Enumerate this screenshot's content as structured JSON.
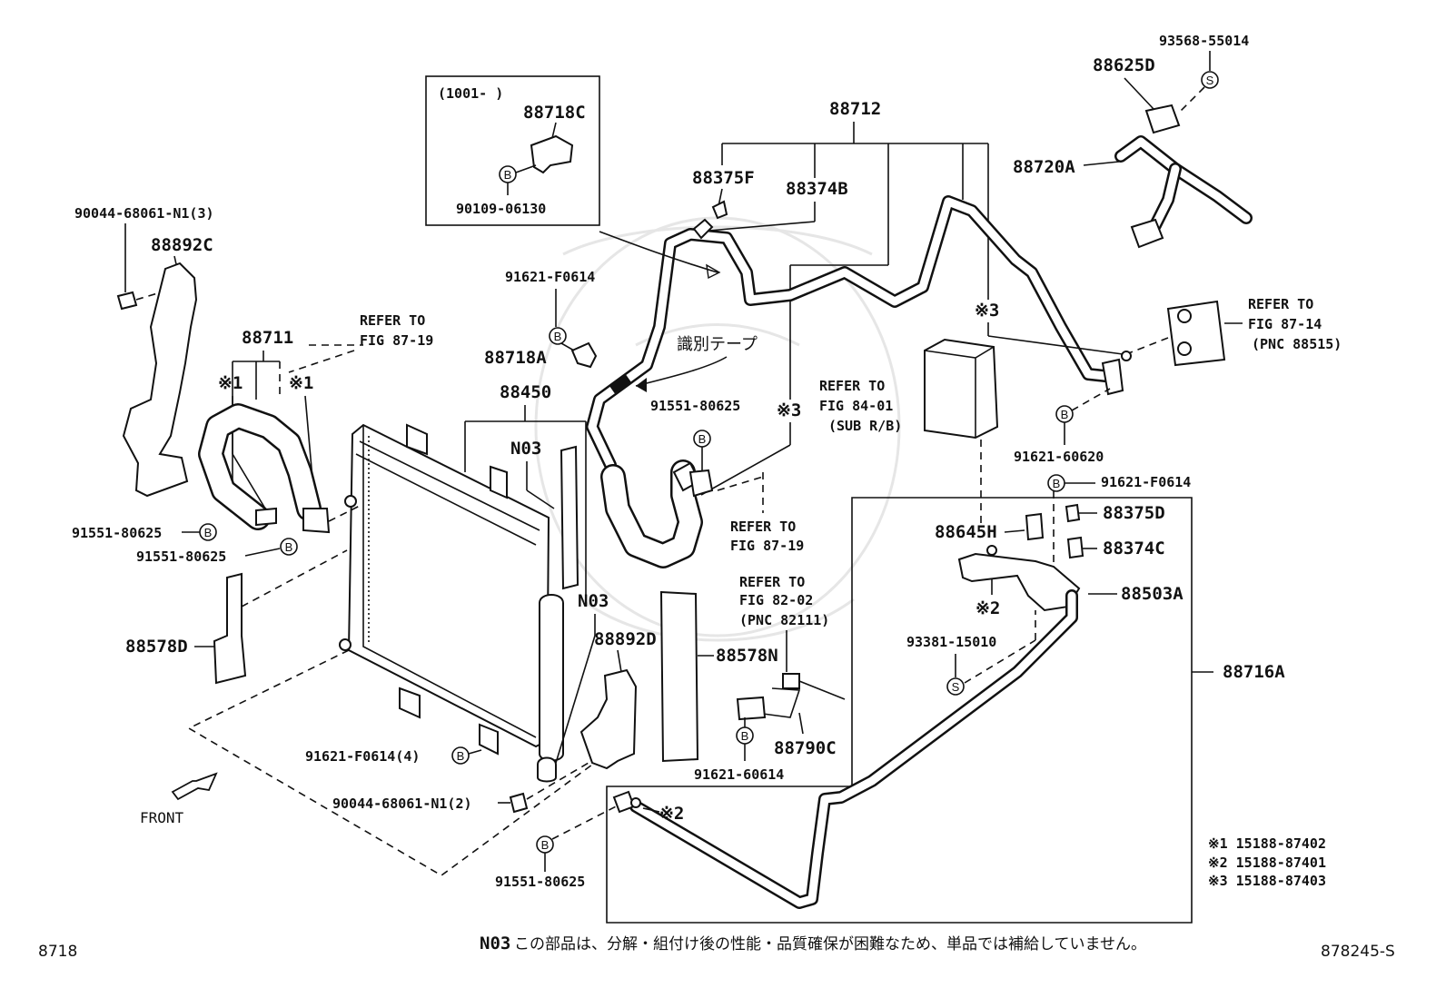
{
  "labels": {
    "p93568": "93568-55014",
    "p88625D": "88625D",
    "p88720A": "88720A",
    "p88712": "88712",
    "p88375F": "88375F",
    "p88374B": "88374B",
    "inset_range": "(1001-    )",
    "p88718C": "88718C",
    "p90109": "90109-06130",
    "p90044_3": "90044-68061-N1(3)",
    "p88892C": "88892C",
    "p88711": "88711",
    "ref_8719a_1": "REFER TO",
    "ref_8719a_2": "FIG 87-19",
    "p91621F_a": "91621-F0614",
    "p88718A": "88718A",
    "tape_label": "識別テープ",
    "p88450": "88450",
    "n03_a": "N03",
    "p91551_a": "91551-80625",
    "kome3_a": "※3",
    "kome3_b": "※3",
    "kome1_a": "※1",
    "kome1_b": "※1",
    "ref_8401_1": "REFER TO",
    "ref_8401_2": "FIG 84-01",
    "ref_8401_3": "(SUB R/B)",
    "ref_8714_1": "REFER TO",
    "ref_8714_2": "FIG 87-14",
    "ref_8714_3": "(PNC 88515)",
    "p91621_60620": "91621-60620",
    "p91621F_b": "91621-F0614",
    "p88375D": "88375D",
    "p88374C": "88374C",
    "p88645H": "88645H",
    "kome2_a": "※2",
    "p88503A": "88503A",
    "p93381": "93381-15010",
    "p88716A": "88716A",
    "p91551_b": "91551-80625",
    "p91551_c": "91551-80625",
    "ref_8719b_1": "REFER TO",
    "ref_8719b_2": "FIG 87-19",
    "ref_8202_1": "REFER TO",
    "ref_8202_2": "FIG 82-02",
    "ref_8202_3": "(PNC 82111)",
    "p88578D": "88578D",
    "n03_b": "N03",
    "p88892D": "88892D",
    "p88578N": "88578N",
    "p88790C": "88790C",
    "p91621F_c": "91621-F0614(4)",
    "p91621_60614": "91621-60614",
    "p90044_2": "90044-68061-N1(2)",
    "front": "FRONT",
    "p91551_d": "91551-80625",
    "kome2_b": "※2",
    "legend1": "※1 15188-87402",
    "legend2": "※2 15188-87401",
    "legend3": "※3 15188-87403",
    "footnote_code": "N03",
    "footnote_text": "この部品は、分解・組付け後の性能・品質確保が困難なため、単品では補給していません。",
    "page_code": "8718",
    "figure_code": "878245-S"
  },
  "marks": {
    "b": "B",
    "s": "S"
  }
}
